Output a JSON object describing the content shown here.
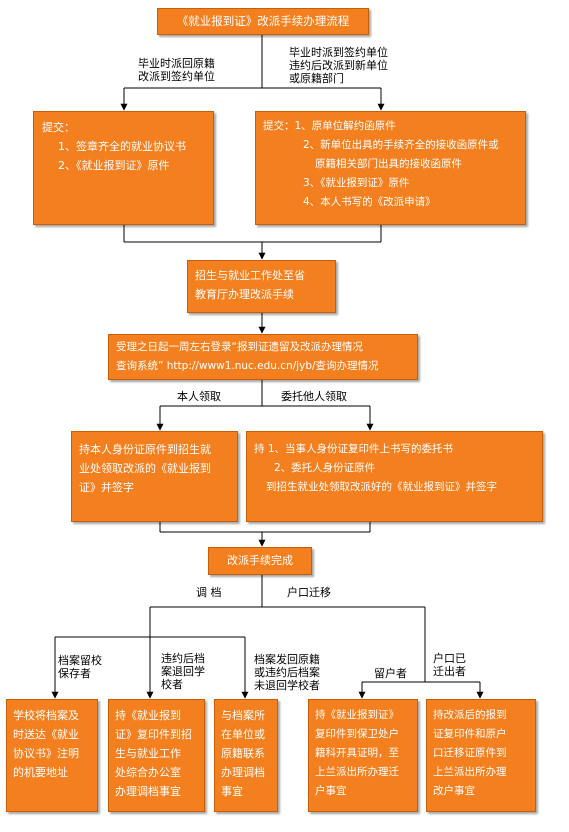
{
  "title": "《就业报到证》改派手续办理流程",
  "branch_left_label": [
    "毕业时派回原籍",
    "改派到签约单位"
  ],
  "branch_right_label": [
    "毕业时派到签约单位",
    "违约后改派到新单位",
    "或原籍部门"
  ],
  "submit_left": [
    "提交：",
    "1、签章齐全的就业协议书",
    "2、《就业报到证》原件"
  ],
  "submit_right": [
    "提交：1、原单位解约函原件",
    "2、新单位出具的手续齐全的接收函原件或",
    "原籍相关部门出具的接收函原件",
    "3、《就业报到证》原件",
    "4、本人书写的《改派申请》"
  ],
  "province": [
    "招生与就业工作处至省",
    "教育厅办理改派手续"
  ],
  "query": [
    "受理之日起一周左右登录“报到证遗留及改派办理情况",
    "查询系统” http://www1.nuc.edu.cn/jyb/查询办理情况"
  ],
  "self_label": "本人领取",
  "proxy_label": "委托他人领取",
  "self_box": [
    "持本人身份证原件到招生就",
    "业处领取改派的《就业报到",
    "证》并签字"
  ],
  "proxy_box": [
    "持 1、当事人身份证复印件上书写的委托书",
    "2、委托人身份证原件",
    "到招生就业处领取改派好的《就业报到证》并签字"
  ],
  "complete": "改派手续完成",
  "archive_label": "调 档",
  "hukou_label": "户口迁移",
  "archive_school_label": [
    "档案留校",
    "保存者"
  ],
  "archive_violate_label": [
    "违约后档",
    "案退回学",
    "校者"
  ],
  "archive_sent_label": [
    "档案发回原籍",
    "或违约后档案",
    "未退回学校者"
  ],
  "hukou_stay_label": "留户者",
  "hukou_moved_label": [
    "户口已",
    "迁出者"
  ],
  "box_school": [
    "学校将档案及",
    "时送达《就业",
    "协议书》注明",
    "的机要地址"
  ],
  "box_violate": [
    "持《就业报到",
    "证》复印件到招",
    "生与就业工作",
    "处综合办公室",
    "办理调档事宜"
  ],
  "box_sent": [
    "与档案所",
    "在单位或",
    "原籍联系",
    "办理调档",
    "事宜"
  ],
  "box_stay": [
    "持《就业报到证》",
    "复印件到保卫处户",
    "籍科开具证明，至",
    "上兰派出所办理迁",
    "户事宜"
  ],
  "box_moved": [
    "持改派后的报到",
    "证复印件和原户",
    "口迁移证原件到",
    "上兰派出所办理",
    "改户事宜"
  ]
}
